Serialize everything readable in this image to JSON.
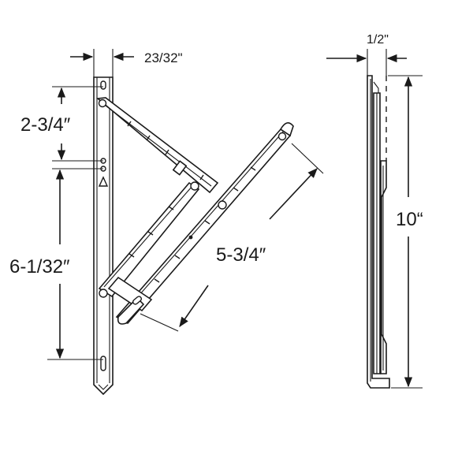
{
  "dimensions": {
    "track_width": "23/32\"",
    "upper_spacing": "2-3/4″",
    "lower_length": "6-1/32″",
    "arm_length": "5-3/4″",
    "side_thickness": "1/2\"",
    "overall_length": "10“"
  },
  "colors": {
    "ink": "#1a1a1a",
    "background": "#ffffff"
  }
}
